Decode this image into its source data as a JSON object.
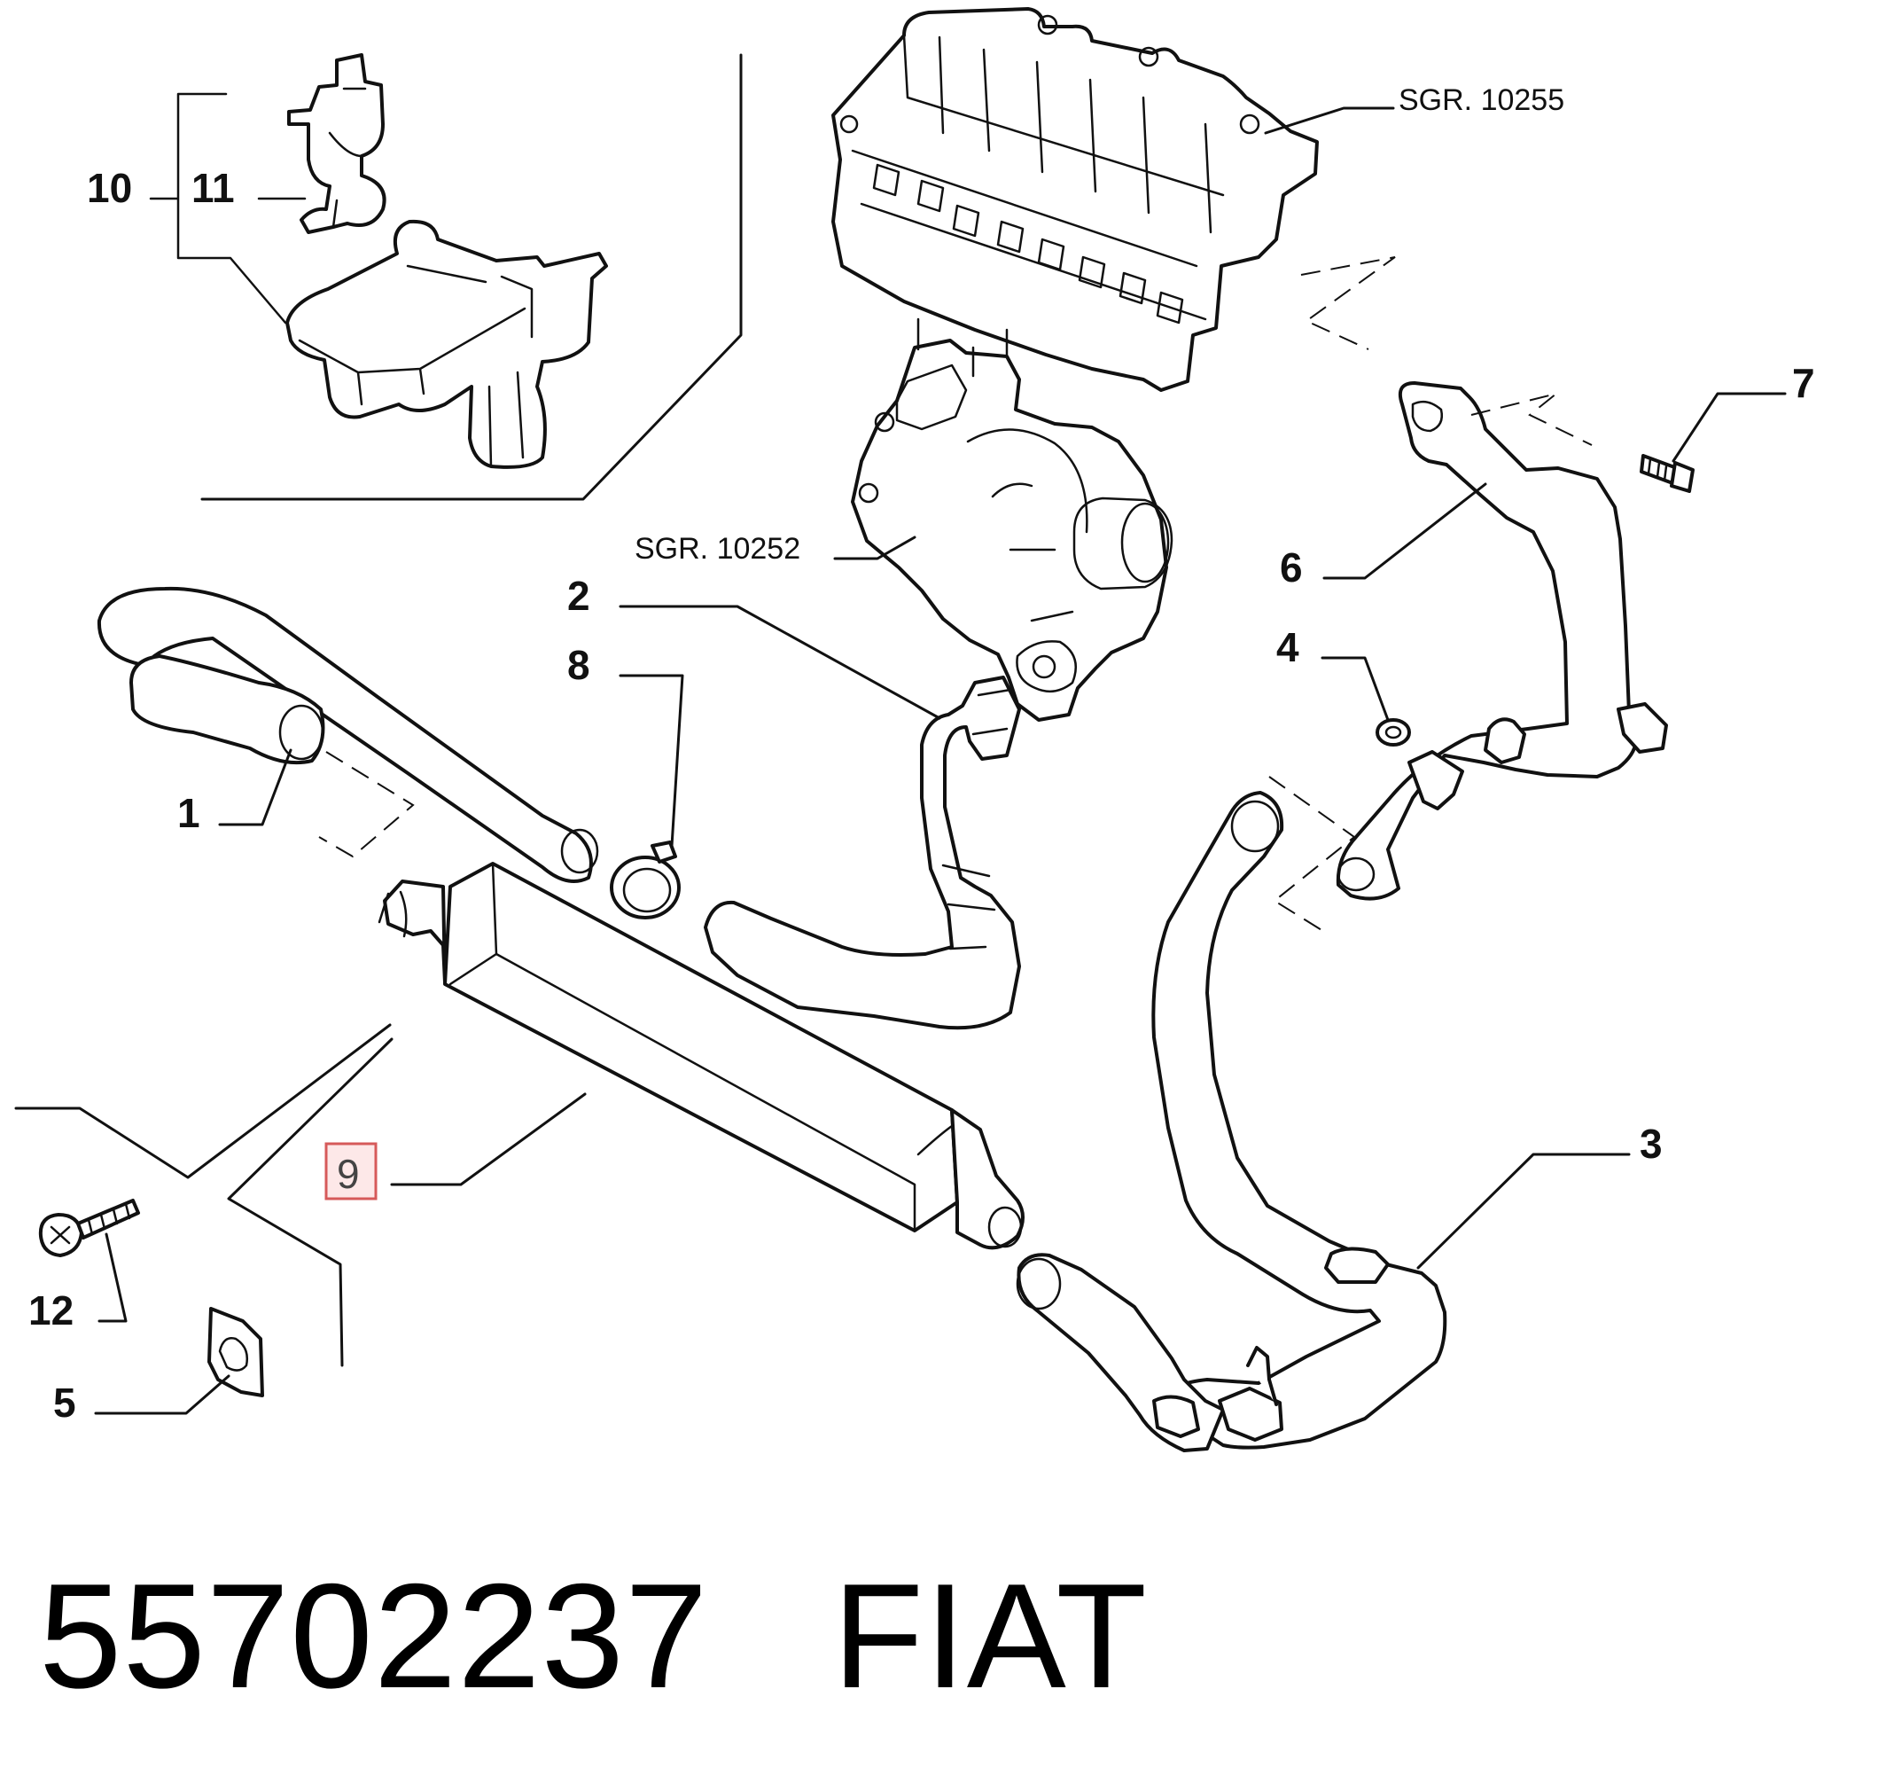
{
  "callouts": {
    "c1": "1",
    "c2": "2",
    "c3": "3",
    "c4": "4",
    "c5": "5",
    "c6": "6",
    "c7": "7",
    "c8": "8",
    "c9": "9",
    "c10": "10",
    "c11": "11",
    "c12": "12"
  },
  "references": {
    "manifold": "SGR. 10255",
    "turbo": "SGR. 10252"
  },
  "highlighted_callout": "9",
  "footer": {
    "part_number": "55702237",
    "brand": "FIAT"
  },
  "colors": {
    "highlight_fill": "#fde8e8",
    "highlight_border": "#d65a5a",
    "line": "#111111"
  }
}
